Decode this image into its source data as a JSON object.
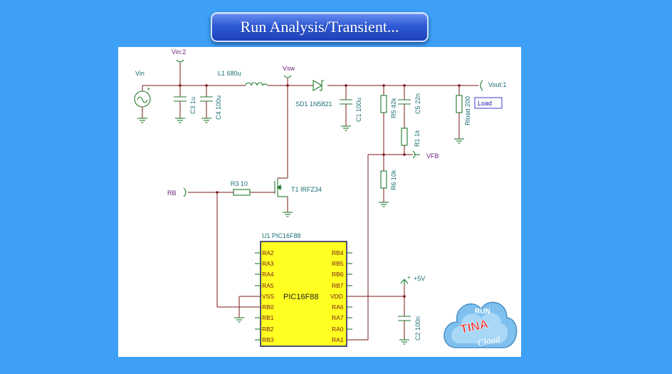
{
  "toolbar": {
    "run_label": "Run Analysis/Transient..."
  },
  "schematic": {
    "labels": {
      "vin": "Vin",
      "vin_port": "Vin:2",
      "l1": "L1 680u",
      "vsw": "Vsw",
      "sd1": "SD1 1N5821",
      "vout": "Vout:1",
      "c3": "C3 1u",
      "c4": "C4 100u",
      "c1": "C1 100u",
      "r5": "R5 42k",
      "c5": "C5 22n",
      "r1": "R1 1k",
      "rload": "Rload 200",
      "load": "Load",
      "vfb": "VFB",
      "r6": "R6 10k",
      "rb": "RB",
      "r3": "R3 10",
      "t1": "T1 IRFZ34",
      "u1": "U1 PIC16F88",
      "chip": "PIC16F88",
      "plus5": "+5V",
      "c2": "C2 100n"
    },
    "pins_left": [
      "RA2",
      "RA3",
      "RA4",
      "RA5",
      "VSS",
      "RB0",
      "RB1",
      "RB2",
      "RB3"
    ],
    "pins_right": [
      "RB4",
      "RB5",
      "RB6",
      "RB7",
      "VDD",
      "RA6",
      "RA7",
      "RA0",
      "RA1"
    ]
  },
  "badge": {
    "line1": "RUN",
    "line2": "TINA",
    "line3": "Cloud"
  },
  "colors": {
    "background": "#3d9ff5",
    "wire": "#7a1a1a",
    "component": "#1f7a2c",
    "chip_fill": "#ffff22",
    "label": "#1a6f76",
    "port_label": "#6a1b7a"
  }
}
